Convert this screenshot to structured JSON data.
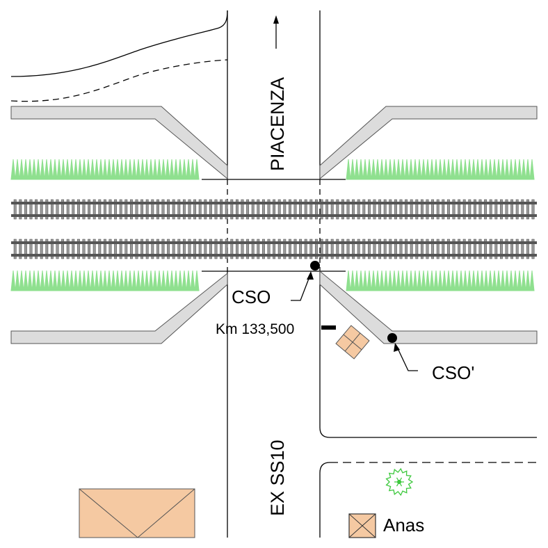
{
  "labels": {
    "north_direction": "PIACENZA",
    "road_name": "EX SS10",
    "point_a": "CSO",
    "point_b": "CSO'",
    "kilometer": "Km 133,500",
    "owner_legend": "Anas"
  },
  "colors": {
    "line": "#000000",
    "sidewalk_fill": "#dcdcdc",
    "sidewalk_stroke": "#555555",
    "hedge": "#8fe08f",
    "building_fill": "#f5c9a2",
    "tree": "#3cc83c",
    "rail": "#555555",
    "sleeper": "#9a9a9a"
  },
  "icons": {
    "north_arrow": "arrow-up-icon",
    "tree": "tree-icon",
    "building": "building-icon"
  }
}
